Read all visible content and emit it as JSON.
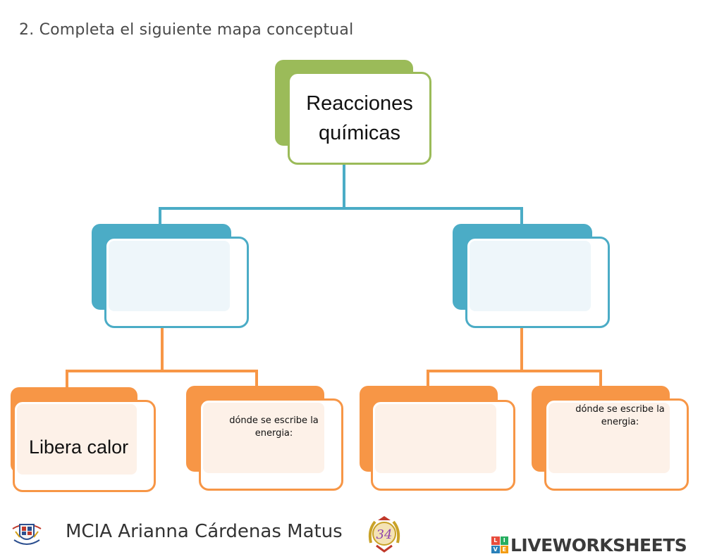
{
  "instruction": "2. Completa el siguiente mapa conceptual",
  "root": {
    "label": "Reacciones químicas"
  },
  "branches": [
    {
      "label": "",
      "answer": ""
    },
    {
      "label": "",
      "answer": ""
    }
  ],
  "leaves": [
    {
      "label": "Libera calor"
    },
    {
      "label": "dónde se escribe la energia:"
    },
    {
      "label": ""
    },
    {
      "label": "dónde se escribe la energia:"
    }
  ],
  "footer": {
    "author": "MCIA Arianna Cárdenas Matus",
    "anniversary_number": "34",
    "brand": "LIVEWORKSHEETS",
    "brand_icon_letters": [
      "L",
      "I",
      "V",
      "E"
    ]
  },
  "colors": {
    "green": "#9bbb59",
    "blue": "#4bacc6",
    "orange": "#f79646",
    "blue_inner": "#eef6fa",
    "orange_inner": "#fdf1e8"
  }
}
